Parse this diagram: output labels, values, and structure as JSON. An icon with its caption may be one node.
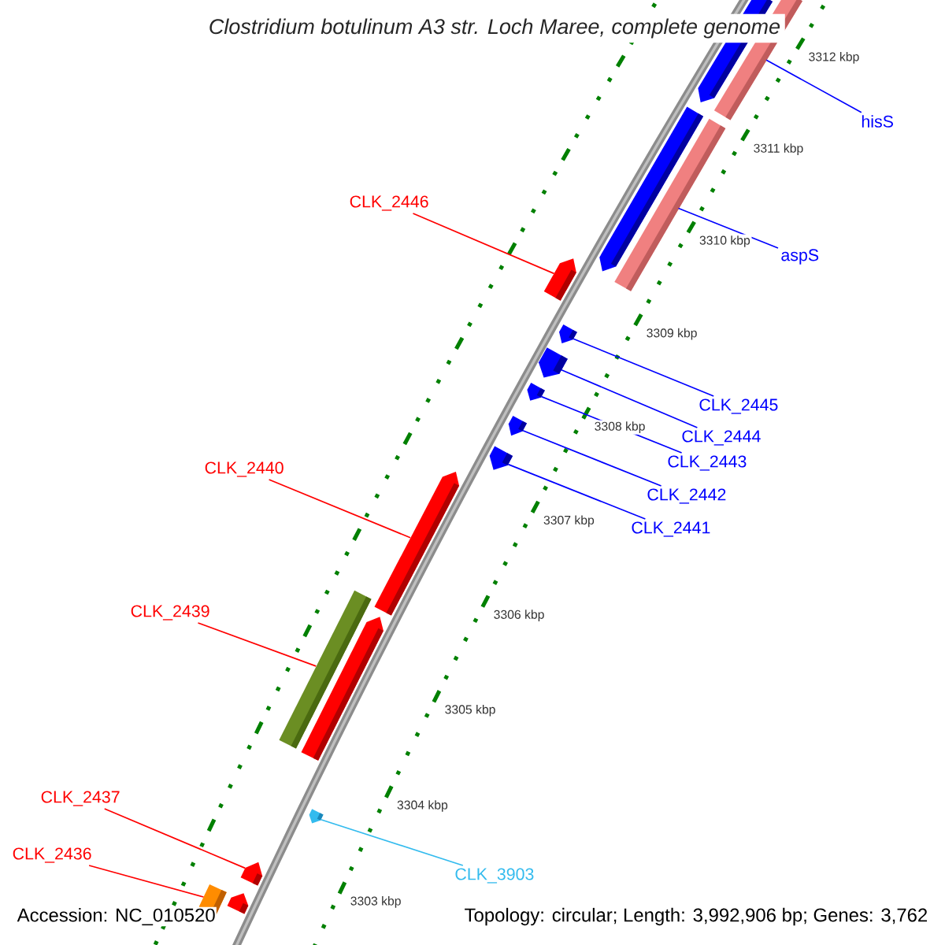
{
  "diagram": {
    "title": "Clostridium botulinum A3 str. Loch Maree, complete genome",
    "nodes": [
      {
        "text": [
          "hisS"
        ]
      },
      {
        "text": [
          "CLK_2446"
        ]
      },
      {
        "text": [
          "aspS"
        ]
      },
      {
        "text": [
          "CLK_2445"
        ]
      },
      {
        "text": [
          "CLK_2444"
        ]
      },
      {
        "text": [
          "CLK_2443"
        ]
      },
      {
        "text": [
          "CLK_2440"
        ]
      },
      {
        "text": [
          "CLK_2442"
        ]
      },
      {
        "text": [
          "CLK_2441"
        ]
      },
      {
        "text": [
          "CLK_2439"
        ]
      },
      {
        "text": [
          "CLK_2437"
        ]
      },
      {
        "text": [
          "CLK_2436"
        ]
      },
      {
        "text": [
          "CLK_3903"
        ]
      },
      {
        "text": [],
        "shape": "bar"
      },
      {
        "text": [],
        "shape": "bar"
      },
      {
        "text": [],
        "shape": "bar"
      },
      {
        "text": [],
        "shape": "bar"
      },
      {
        "text": [],
        "shape": "bar"
      },
      {
        "text": [],
        "shape": "bar"
      },
      {
        "text": [],
        "shape": "bar"
      },
      {
        "text": [],
        "shape": "bar"
      },
      {
        "text": [],
        "shape": "bar"
      },
      {
        "text": [],
        "shape": "bar"
      },
      {
        "text": [],
        "shape": "bar"
      },
      {
        "text": [],
        "shape": "bar"
      },
      {
        "text": [],
        "shape": "bar"
      },
      {
        "text": [],
        "shape": "bar"
      },
      {
        "text": [],
        "shape": "bar"
      },
      {
        "text": [],
        "shape": "bar"
      },
      {
        "text": [],
        "shape": "bar"
      }
    ],
    "edges": [
      {
        "from": 0,
        "to": 14,
        "arrow": "none"
      },
      {
        "from": 1,
        "to": 15,
        "arrow": "none",
        "color": "#ff0000"
      },
      {
        "from": 2,
        "to": 17,
        "arrow": "none"
      },
      {
        "from": 3,
        "to": 18,
        "arrow": "none"
      },
      {
        "from": 4,
        "to": 19,
        "arrow": "none"
      },
      {
        "from": 5,
        "to": 20,
        "arrow": "none"
      },
      {
        "from": 6,
        "to": 23,
        "arrow": "none",
        "color": "#ff0000"
      },
      {
        "from": 7,
        "to": 21,
        "arrow": "none"
      },
      {
        "from": 8,
        "to": 22,
        "arrow": "none"
      },
      {
        "from": 9,
        "to": 24,
        "arrow": "none",
        "color": "#ff0000"
      },
      {
        "from": 10,
        "to": 27,
        "arrow": "none",
        "color": "#ff0000"
      },
      {
        "from": 11,
        "to": 28,
        "arrow": "none",
        "color": "#ff0000"
      },
      {
        "from": 12,
        "to": 26,
        "arrow": "none",
        "color": "#33bbee"
      }
    ],
    "labels": [
      "3312 kbp",
      "3311 kbp",
      "3310 kbp",
      "3309 kbp",
      "3308 kbp",
      "3307 kbp",
      "3306 kbp",
      "3305 kbp",
      "3304 kbp",
      "3303 kbp",
      "Accession: NC_010520",
      "Topology: circular; Length: 3,992,906 bp; Genes: 3,762"
    ]
  }
}
